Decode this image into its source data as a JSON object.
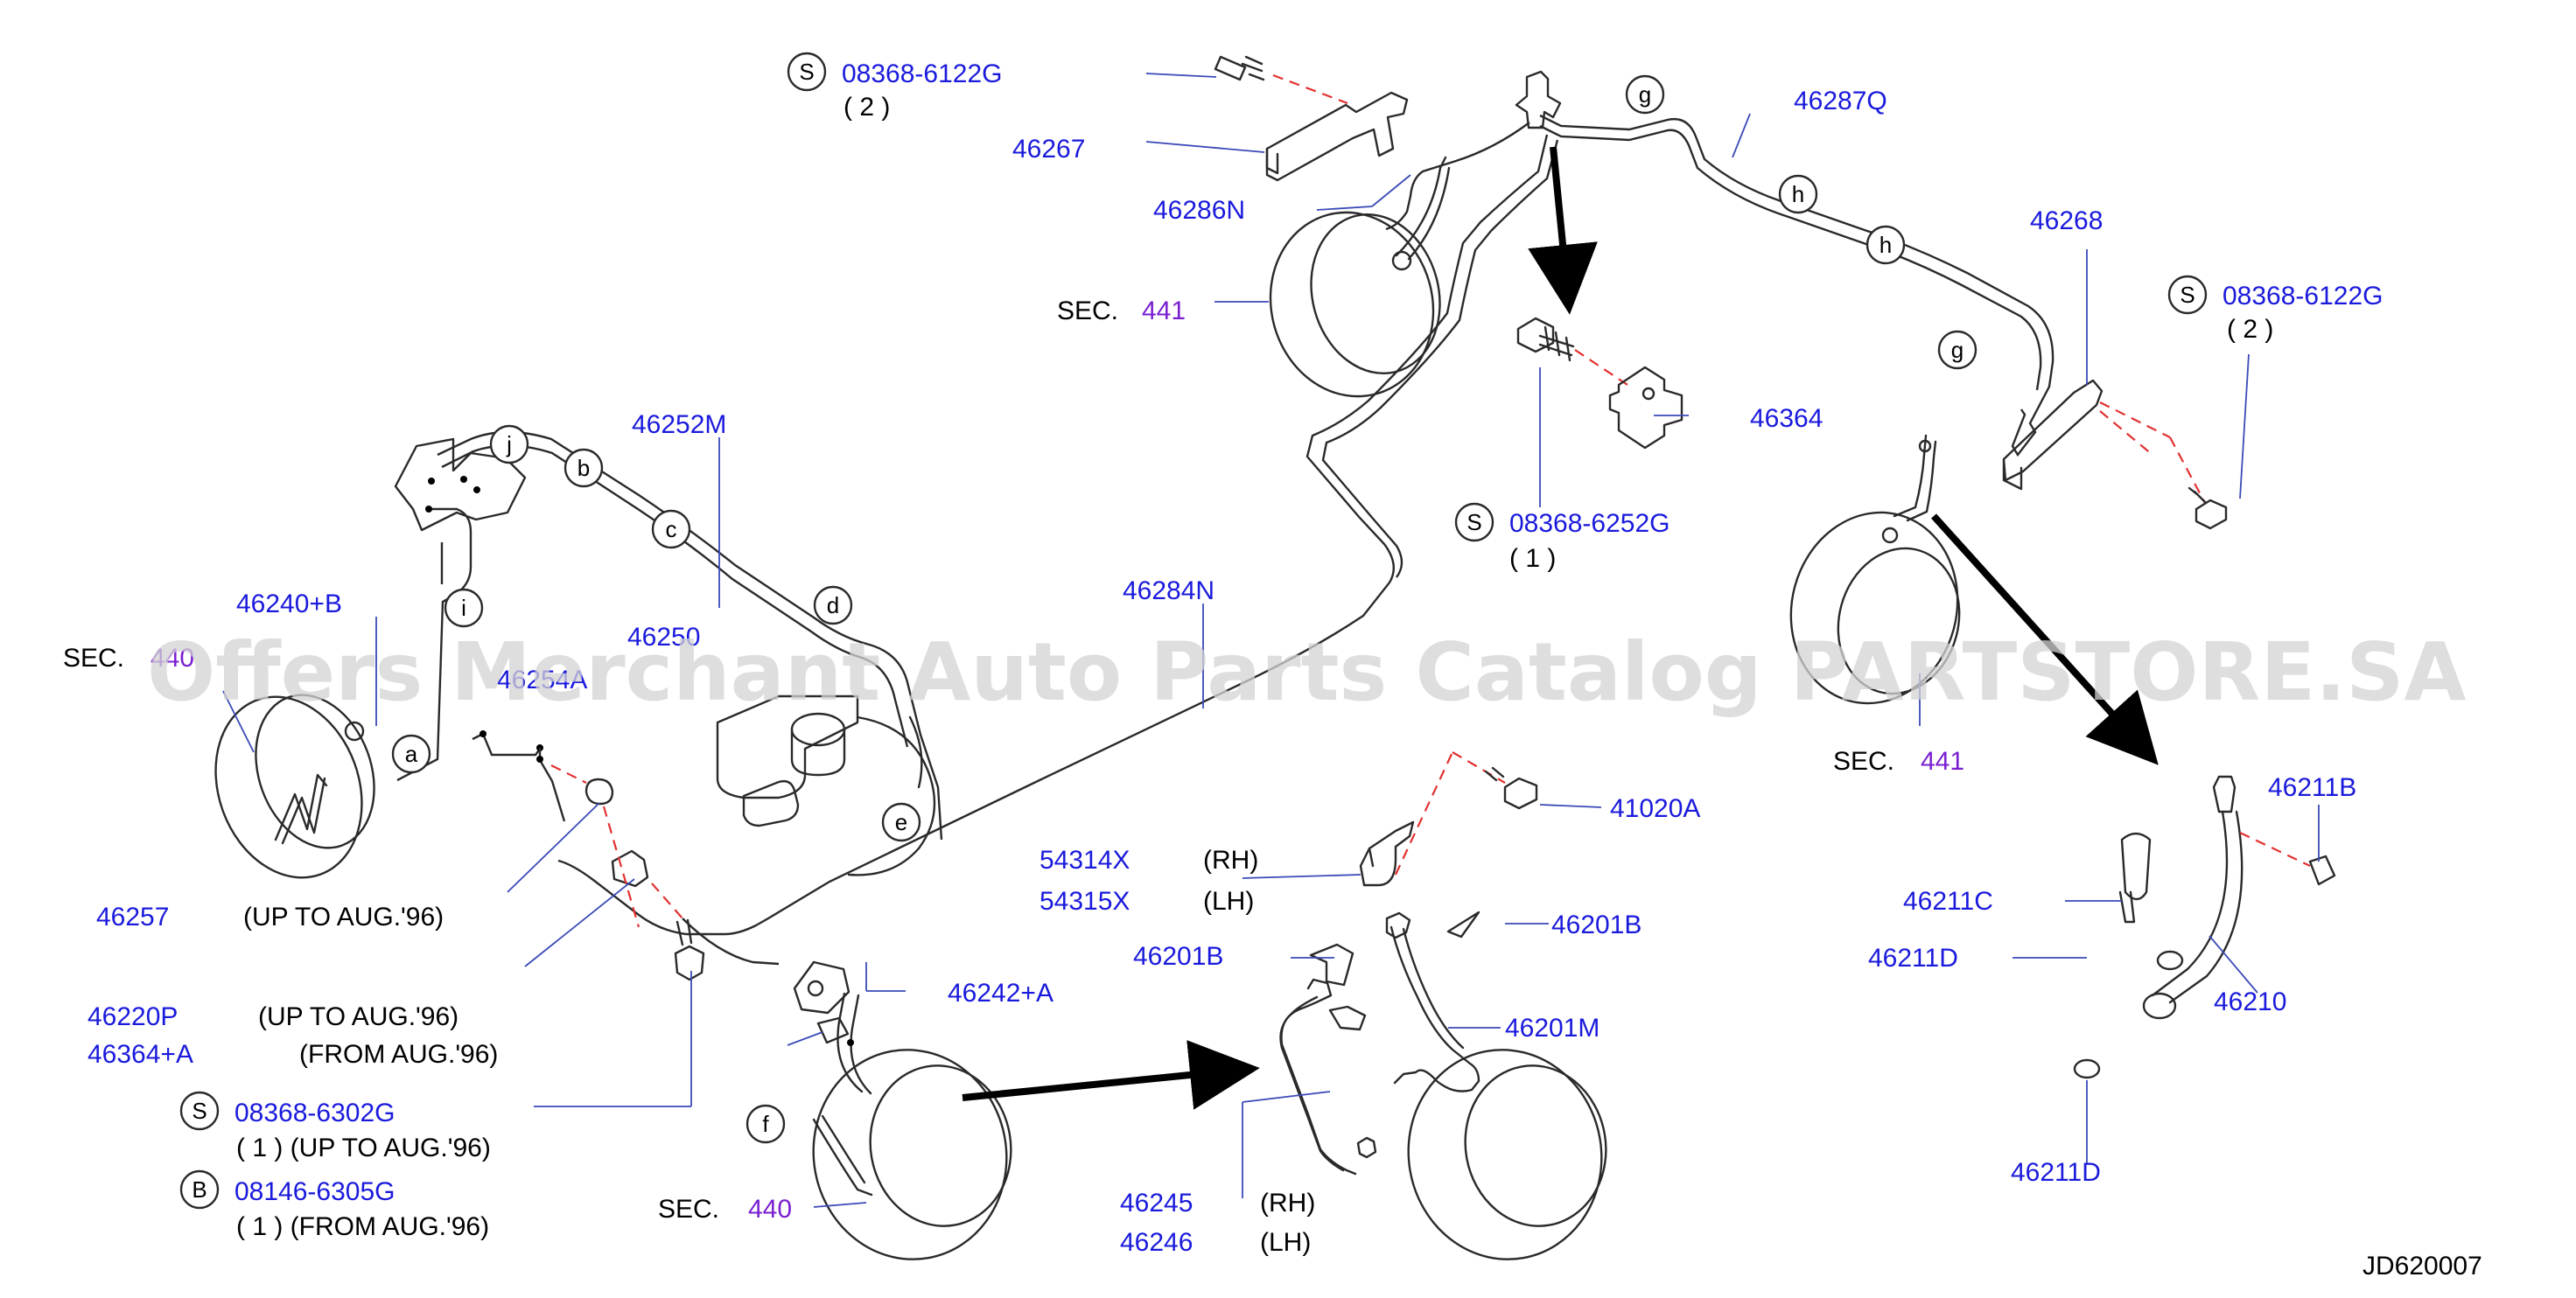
{
  "watermark": "Offers Merchant Auto Parts Catalog PARTSTORE.SA",
  "diagram_id": "JD620007",
  "callouts": {
    "s_top": {
      "badge": "S",
      "part": "08368-6122G",
      "qty": "( 2 )"
    },
    "p46267": "46267",
    "p46286N": "46286N",
    "sec441_top": {
      "prefix": "SEC.",
      "num": "441"
    },
    "p46287Q": "46287Q",
    "p46268": "46268",
    "s_right": {
      "badge": "S",
      "part": "08368-6122G",
      "qty": "( 2 )"
    },
    "p46364": "46364",
    "s_mid": {
      "badge": "S",
      "part": "08368-6252G",
      "qty": "( 1 )"
    },
    "p46252M": "46252M",
    "p46240B": "46240+B",
    "sec440_left": {
      "prefix": "SEC.",
      "num": "440"
    },
    "p46250": "46250",
    "p46254A": "46254A",
    "p46284N": "46284N",
    "sec441_right": {
      "prefix": "SEC.",
      "num": "441"
    },
    "p46257": {
      "part": "46257",
      "note": "(UP  TO  AUG.'96)"
    },
    "p46220P": {
      "part": "46220P",
      "note": "(UP  TO  AUG.'96)"
    },
    "p46364A": {
      "part": "46364+A",
      "note": "(FROM  AUG.'96)"
    },
    "s_bottom": {
      "badge": "S",
      "part": "08368-6302G",
      "qty": "( 1 )  (UP  TO  AUG.'96)"
    },
    "b_bottom": {
      "badge": "B",
      "part": "08146-6305G",
      "qty": "( 1 )  (FROM  AUG.'96)"
    },
    "sec440_bottom": {
      "prefix": "SEC.",
      "num": "440"
    },
    "p46242A": "46242+A",
    "p54314X": {
      "part": "54314X",
      "side": "(RH)"
    },
    "p54315X": {
      "part": "54315X",
      "side": "(LH)"
    },
    "p41020A": "41020A",
    "p46201B_left": "46201B",
    "p46201B_right": "46201B",
    "p46201M": "46201M",
    "p46245": {
      "part": "46245",
      "side": "(RH)"
    },
    "p46246": {
      "part": "46246",
      "side": "(LH)"
    },
    "p46211B": "46211B",
    "p46211C": "46211C",
    "p46211D_a": "46211D",
    "p46210": "46210",
    "p46211D_b": "46211D"
  },
  "connection_letters": {
    "a": "a",
    "b": "b",
    "c": "c",
    "d": "d",
    "e": "e",
    "f": "f",
    "g1": "g",
    "g2": "g",
    "h1": "h",
    "h2": "h",
    "i": "i",
    "j": "j"
  },
  "colors": {
    "part_number": "#1a1adc",
    "section_ref": "#7a1fd0",
    "hidden_line": "#e23030",
    "leader": "#3a4ab8"
  }
}
